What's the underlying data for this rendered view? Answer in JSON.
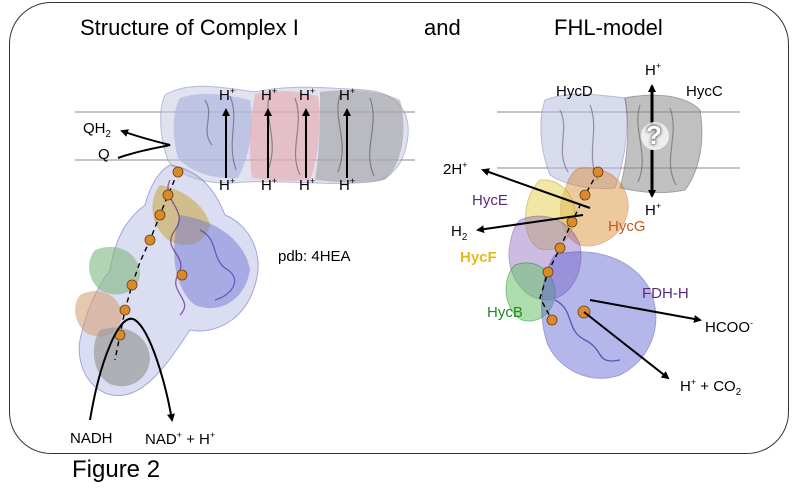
{
  "titles": {
    "left": "Structure of Complex I",
    "middle": "and",
    "right": "FHL-model"
  },
  "caption": "Figure 2",
  "complex1": {
    "qh": "QH",
    "qh_sub": "2",
    "q": "Q",
    "h_base": "H",
    "h_sup": "+",
    "pdb": "pdb: 4HEA",
    "nadh": "NADH",
    "nad": "NAD",
    "nad_sup": "+",
    "nad_tail": " + H",
    "nad_tail_sup": "+"
  },
  "fhl": {
    "hycd": "HycD",
    "hycc": "HycC",
    "h_top": "H",
    "h_top_sup": "+",
    "h_bottom": "H",
    "h_bottom_sup": "+",
    "question": "?",
    "twoh": "2H",
    "twoh_sup": "+",
    "hyce": "HycE",
    "h2": "H",
    "h2_sub": "2",
    "hycg": "HycG",
    "hycf": "HycF",
    "fdh": "FDH-H",
    "hycb": "HycB",
    "hcoo": "HCOO",
    "hcoo_sup": "-",
    "hco2_a": "H",
    "hco2_a_sup": "+",
    "hco2_b": " + CO",
    "hco2_b_sub": "2"
  },
  "colors": {
    "hycf": "#e6b820",
    "hycg": "#c8561a",
    "purple": "#5a2a82",
    "hycb": "#1f8a1f",
    "cluster": "#d98a2b"
  }
}
